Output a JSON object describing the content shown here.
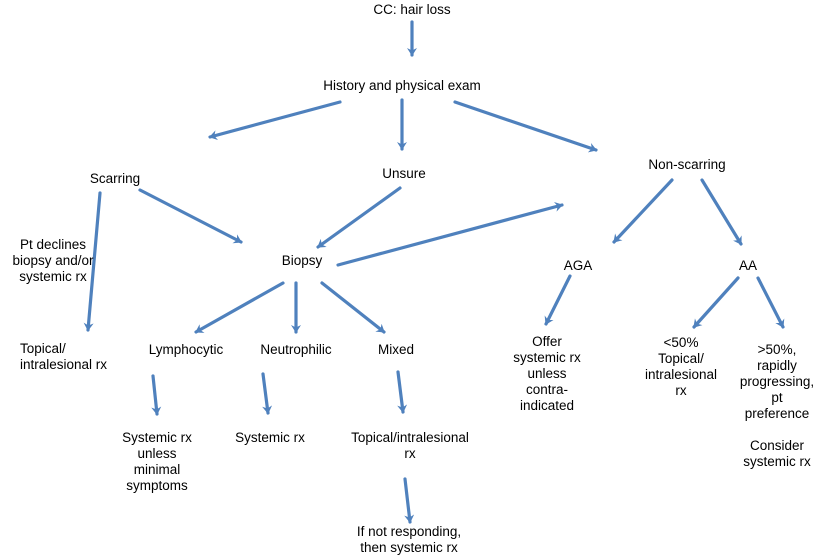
{
  "nodes": {
    "chief_complaint": "CC: hair loss",
    "history_exam": "History and physical exam",
    "scarring": "Scarring",
    "unsure": "Unsure",
    "non_scarring": "Non-scarring",
    "pt_declines": "Pt declines\nbiopsy and/or\nsystemic rx",
    "biopsy": "Biopsy",
    "aga": "AGA",
    "aa": "AA",
    "topical_intralesional_left": "Topical/\nintralesional rx",
    "lymphocytic": "Lymphocytic",
    "neutrophilic": "Neutrophilic",
    "mixed": "Mixed",
    "offer_systemic": "Offer\nsystemic rx\nunless\ncontra-\nindicated",
    "less_50": "<50%\nTopical/\nintralesional\nrx",
    "more_50": ">50%, rapidly\nprogressing,\npt preference\n\nConsider\nsystemic rx",
    "lymph_outcome": "Systemic rx\nunless\nminimal\nsymptoms",
    "neutro_outcome": "Systemic rx",
    "mixed_outcome": "Topical/intralesional\nrx",
    "not_responding": "If not responding,\nthen systemic rx"
  },
  "colors": {
    "arrow": "#4f81bd",
    "text": "#000000"
  }
}
